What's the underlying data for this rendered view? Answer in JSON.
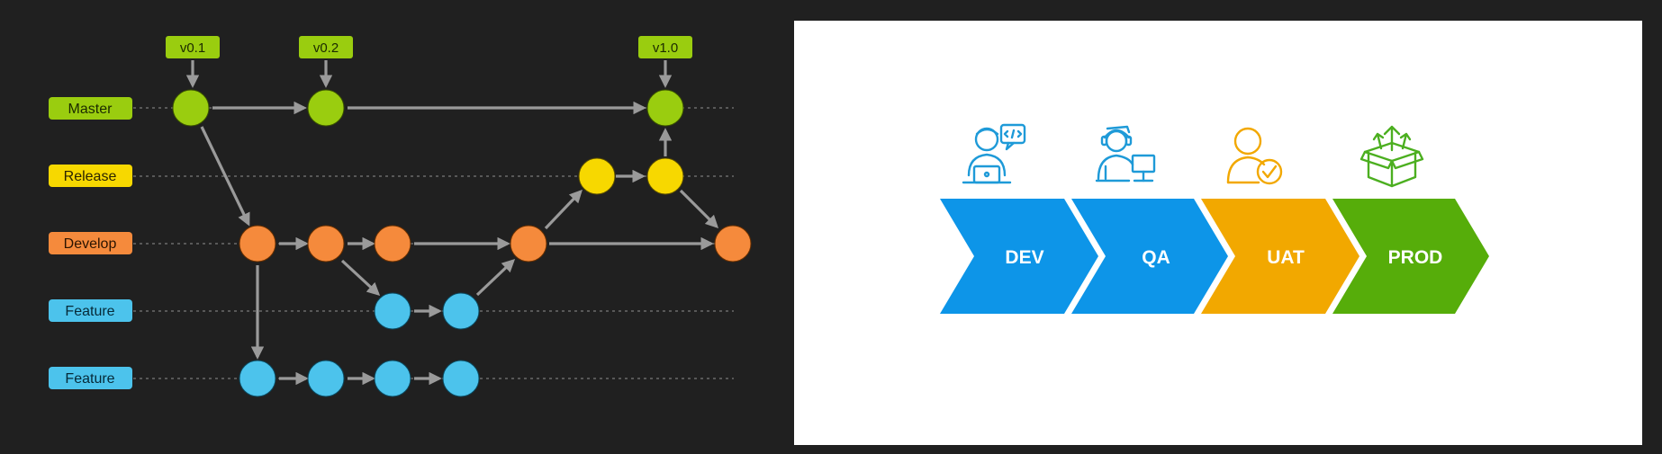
{
  "gitflow": {
    "branches": [
      {
        "key": "master",
        "label": "Master",
        "color": "#9acd0f",
        "text": "#1b2a00"
      },
      {
        "key": "release",
        "label": "Release",
        "color": "#f7d800",
        "text": "#2b2400"
      },
      {
        "key": "develop",
        "label": "Develop",
        "color": "#f58a3c",
        "text": "#2b1400"
      },
      {
        "key": "feature1",
        "label": "Feature",
        "color": "#4cc3ec",
        "text": "#062a38"
      },
      {
        "key": "feature2",
        "label": "Feature",
        "color": "#4cc3ec",
        "text": "#062a38"
      }
    ],
    "tags": [
      "v0.1",
      "v0.2",
      "v1.0"
    ],
    "colors": {
      "arrow": "#9a9a9a",
      "guide": "#6a6a6a",
      "tag": "#9acd0f",
      "tag_text": "#1b2a00"
    }
  },
  "pipeline": {
    "stages": [
      {
        "label": "DEV",
        "color": "#0d95e8",
        "icon": "developer-icon"
      },
      {
        "label": "QA",
        "color": "#0d95e8",
        "icon": "tester-icon"
      },
      {
        "label": "UAT",
        "color": "#f2a800",
        "icon": "user-approved-icon"
      },
      {
        "label": "PROD",
        "color": "#56ad0a",
        "icon": "release-box-icon"
      }
    ],
    "icon_colors": {
      "blue": "#1e9ad8",
      "orange": "#f2a800",
      "green": "#4caf20"
    }
  }
}
